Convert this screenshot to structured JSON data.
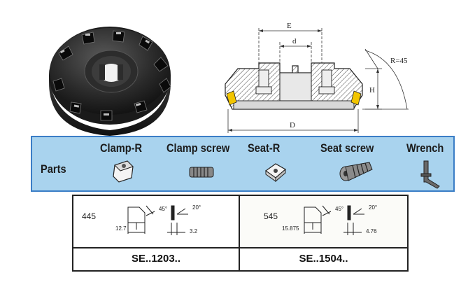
{
  "drawing": {
    "label_e": "E",
    "label_d_small": "d",
    "label_d_large": "D",
    "label_h": "H",
    "label_r": "R=45"
  },
  "parts": {
    "heading": "Parts",
    "items": [
      {
        "label": "Clamp-R",
        "icon": "clamp-icon"
      },
      {
        "label": "Clamp screw",
        "icon": "clamp-screw-icon"
      },
      {
        "label": "Seat-R",
        "icon": "seat-icon"
      },
      {
        "label": "Seat screw",
        "icon": "seat-screw-icon"
      },
      {
        "label": "Wrench",
        "icon": "wrench-icon"
      }
    ]
  },
  "inserts": [
    {
      "code": "445",
      "angle1": "45°",
      "angle2": "20°",
      "width": "12.7",
      "thickness": "3.2",
      "series": "SE..1203.."
    },
    {
      "code": "545",
      "angle1": "45°",
      "angle2": "20°",
      "width": "15.875",
      "thickness": "4.76",
      "series": "SE..1504.."
    }
  ]
}
